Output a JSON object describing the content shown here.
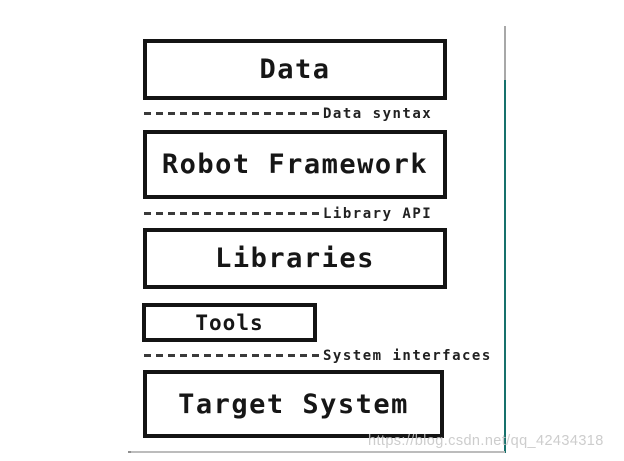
{
  "diagram": {
    "title_implied": "Robot Framework architecture stack",
    "boxes": [
      {
        "id": "data",
        "label": "Data"
      },
      {
        "id": "robot-framework",
        "label": "Robot Framework"
      },
      {
        "id": "libraries",
        "label": "Libraries"
      },
      {
        "id": "tools",
        "label": "Tools"
      },
      {
        "id": "target-system",
        "label": "Target System"
      }
    ],
    "dividers": [
      {
        "id": "data-syntax",
        "label": "Data syntax"
      },
      {
        "id": "library-api",
        "label": "Library API"
      },
      {
        "id": "system-interfaces",
        "label": "System interfaces"
      }
    ],
    "colors": {
      "box_border": "#141414",
      "box_fill": "#ffffff",
      "text": "#161616",
      "dash": "#3a3a3a",
      "vertical_rule_top": "#a8a8a8",
      "vertical_rule_main": "#16716c",
      "bottom_rule": "#bcbcbc",
      "watermark": "#c6c6c6",
      "background": "#ffffff"
    }
  },
  "watermark": {
    "text": "https://blog.csdn.net/qq_42434318"
  }
}
